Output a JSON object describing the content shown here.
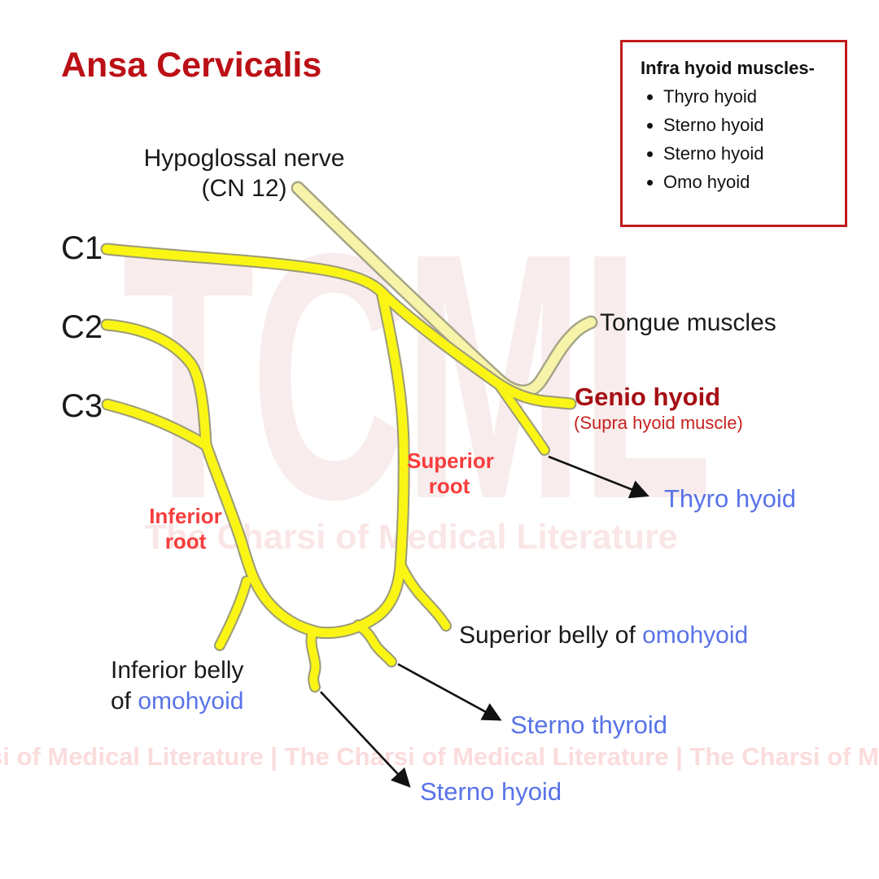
{
  "title": "Ansa Cervicalis",
  "infobox": {
    "title": "Infra hyoid muscles-",
    "items": [
      "Thyro hyoid",
      "Sterno hyoid",
      "Sterno hyoid",
      "Omo hyoid"
    ]
  },
  "labels": {
    "hypoglossal_line1": "Hypoglossal nerve",
    "hypoglossal_line2": "(CN 12)",
    "c1": "C1",
    "c2": "C2",
    "c3": "C3",
    "tongue_muscles": "Tongue muscles",
    "genio_hyoid": "Genio hyoid",
    "supra_hyoid_note": "(Supra hyoid muscle)",
    "thyro_hyoid": "Thyro hyoid",
    "superior_root_line1": "Superior",
    "superior_root_line2": "root",
    "inferior_root_line1": "Inferior",
    "inferior_root_line2": "root",
    "superior_belly_prefix": "Superior belly of ",
    "superior_belly_highlight": "omohyoid",
    "inferior_belly_line1": "Inferior belly",
    "inferior_belly_line2_prefix": "of ",
    "inferior_belly_line2_highlight": "omohyoid",
    "sterno_thyroid": "Sterno thyroid",
    "sterno_hyoid": "Sterno hyoid"
  },
  "watermarks": {
    "big": "TCML",
    "middle": "The Charsi of Medical Literature",
    "bottom": "si of Medical Literature | The Charsi of Medical Literature | The Charsi of Medical Lit"
  },
  "colors": {
    "title_red": "#BB1016",
    "dark_red": "#A50F14",
    "note_red": "#C5231F",
    "root_red": "#F83D3D",
    "label_blue": "#5873E8",
    "nerve_yellow": "#FAF514",
    "nerve_pale": "#F7F3A9",
    "nerve_outline": "#9B9B78",
    "pale_outline": "#A6A687",
    "watermark_pink": "#F8ECEC",
    "watermark_pink_mid": "#FAE6E6",
    "watermark_pink_bottom": "#FBDCDC",
    "box_border": "#C11B1B",
    "arrow_black": "#111111"
  }
}
